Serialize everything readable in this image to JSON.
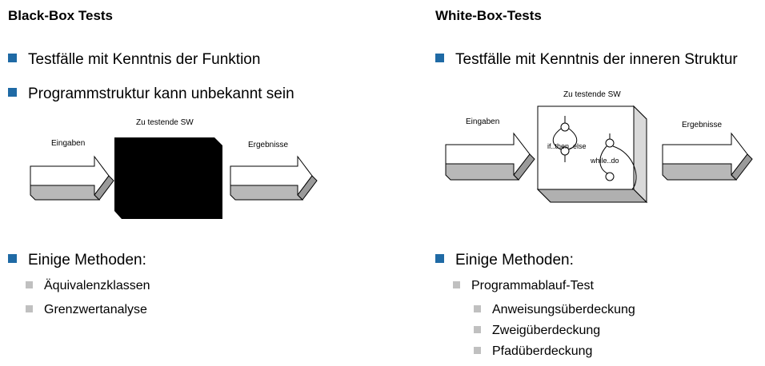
{
  "left": {
    "heading": "Black-Box Tests",
    "bullets": [
      "Testfälle mit Kenntnis der Funktion",
      "Programmstruktur kann unbekannt sein"
    ],
    "diagram": {
      "sw_label": "Zu testende SW",
      "input_label": "Eingaben",
      "output_label": "Ergebnisse"
    },
    "methods_title": "Einige Methoden:",
    "methods": [
      "Äquivalenzklassen",
      "Grenzwertanalyse"
    ]
  },
  "right": {
    "heading": "White-Box-Tests",
    "bullets": [
      "Testfälle mit Kenntnis der inneren Struktur"
    ],
    "diagram": {
      "sw_label": "Zu testende SW",
      "input_label": "Eingaben",
      "output_label": "Ergebnisse",
      "if_label": "if..then..else",
      "while_label": "while..do"
    },
    "methods_title": "Einige Methoden:",
    "method_group": "Programmablauf-Test",
    "submethods": [
      "Anweisungsüberdeckung",
      "Zweigüberdeckung",
      "Pfadüberdeckung"
    ]
  },
  "colors": {
    "accent_bullet": "#1f6aa5",
    "sub_bullet": "#c0c0c0",
    "arrow_shade": "#b8b8b8"
  }
}
